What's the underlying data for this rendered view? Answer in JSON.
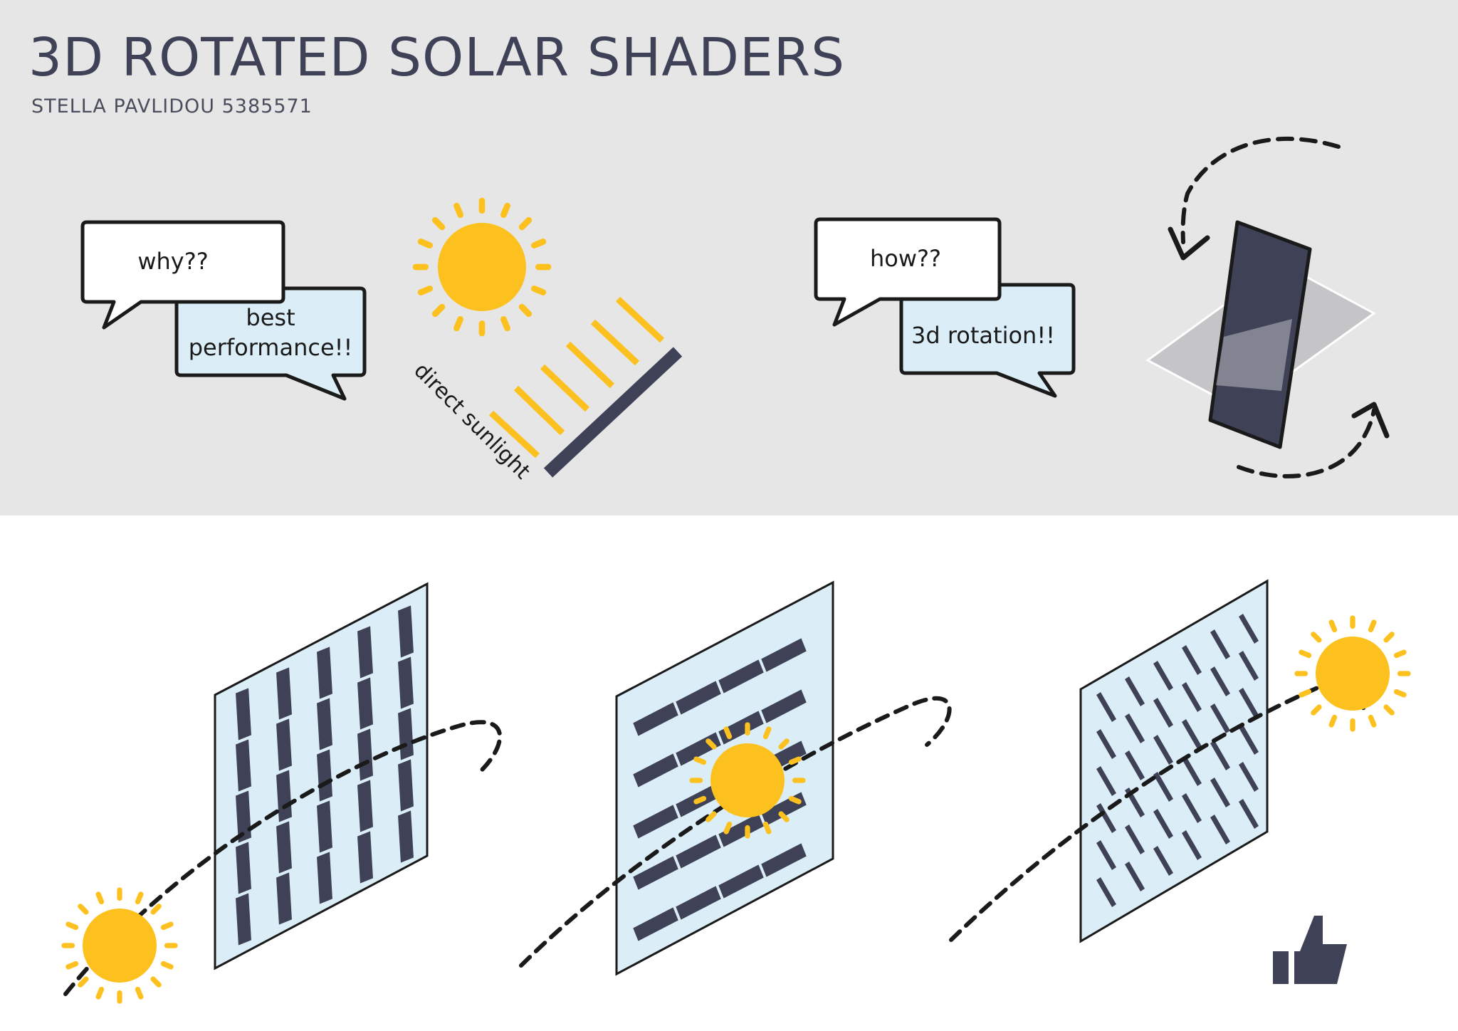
{
  "header": {
    "title": "3D ROTATED SOLAR SHADERS",
    "subtitle": "STELLA PAVLIDOU 5385571"
  },
  "bubbles": {
    "why": "why??",
    "best_line1": "best",
    "best_line2": "performance!!",
    "how": "how??",
    "rotation": "3d rotation!!"
  },
  "sunlight_label": "direct sunlight",
  "colors": {
    "panel_background": "#e6e6e7",
    "sun": "#fcc11e",
    "shader_dark": "#3f4257",
    "glass": "#dbeef8",
    "bubble_light": "#dbeef8"
  },
  "icons": [
    "sun-icon",
    "rotation-arrows-icon",
    "thumbs-up-icon"
  ]
}
